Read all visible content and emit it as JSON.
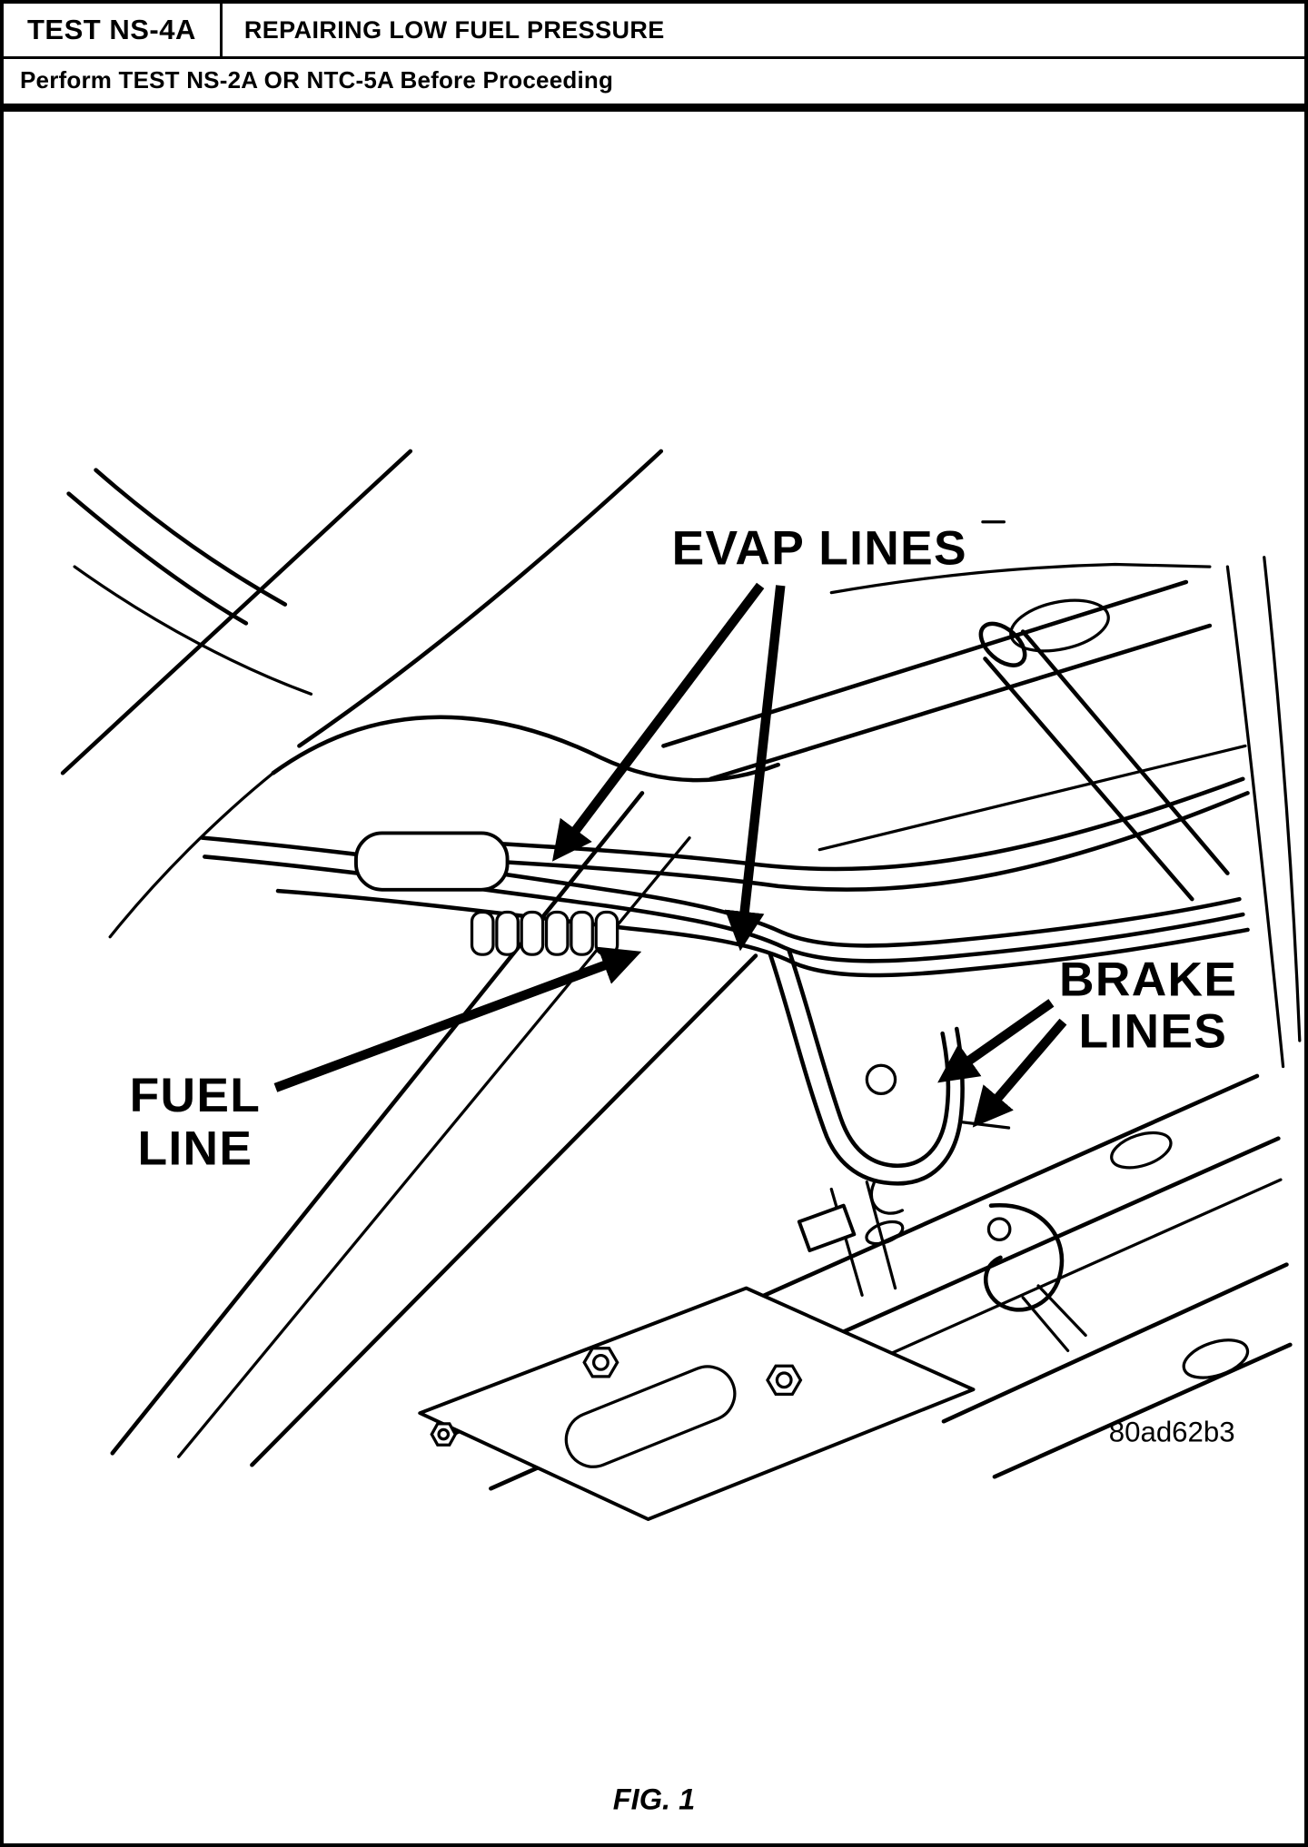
{
  "header": {
    "test_id": "TEST NS-4A",
    "title": "REPAIRING LOW FUEL PRESSURE",
    "instruction": "Perform TEST NS-2A OR NTC-5A Before Proceeding"
  },
  "figure": {
    "labels": {
      "evap": "EVAP LINES",
      "brake_line1": "BRAKE",
      "brake_line2": "LINES",
      "fuel_line1": "FUEL",
      "fuel_line2": "LINE"
    },
    "code": "80ad62b3",
    "caption": "FIG. 1"
  },
  "colors": {
    "ink": "#000000",
    "paper": "#ffffff"
  }
}
